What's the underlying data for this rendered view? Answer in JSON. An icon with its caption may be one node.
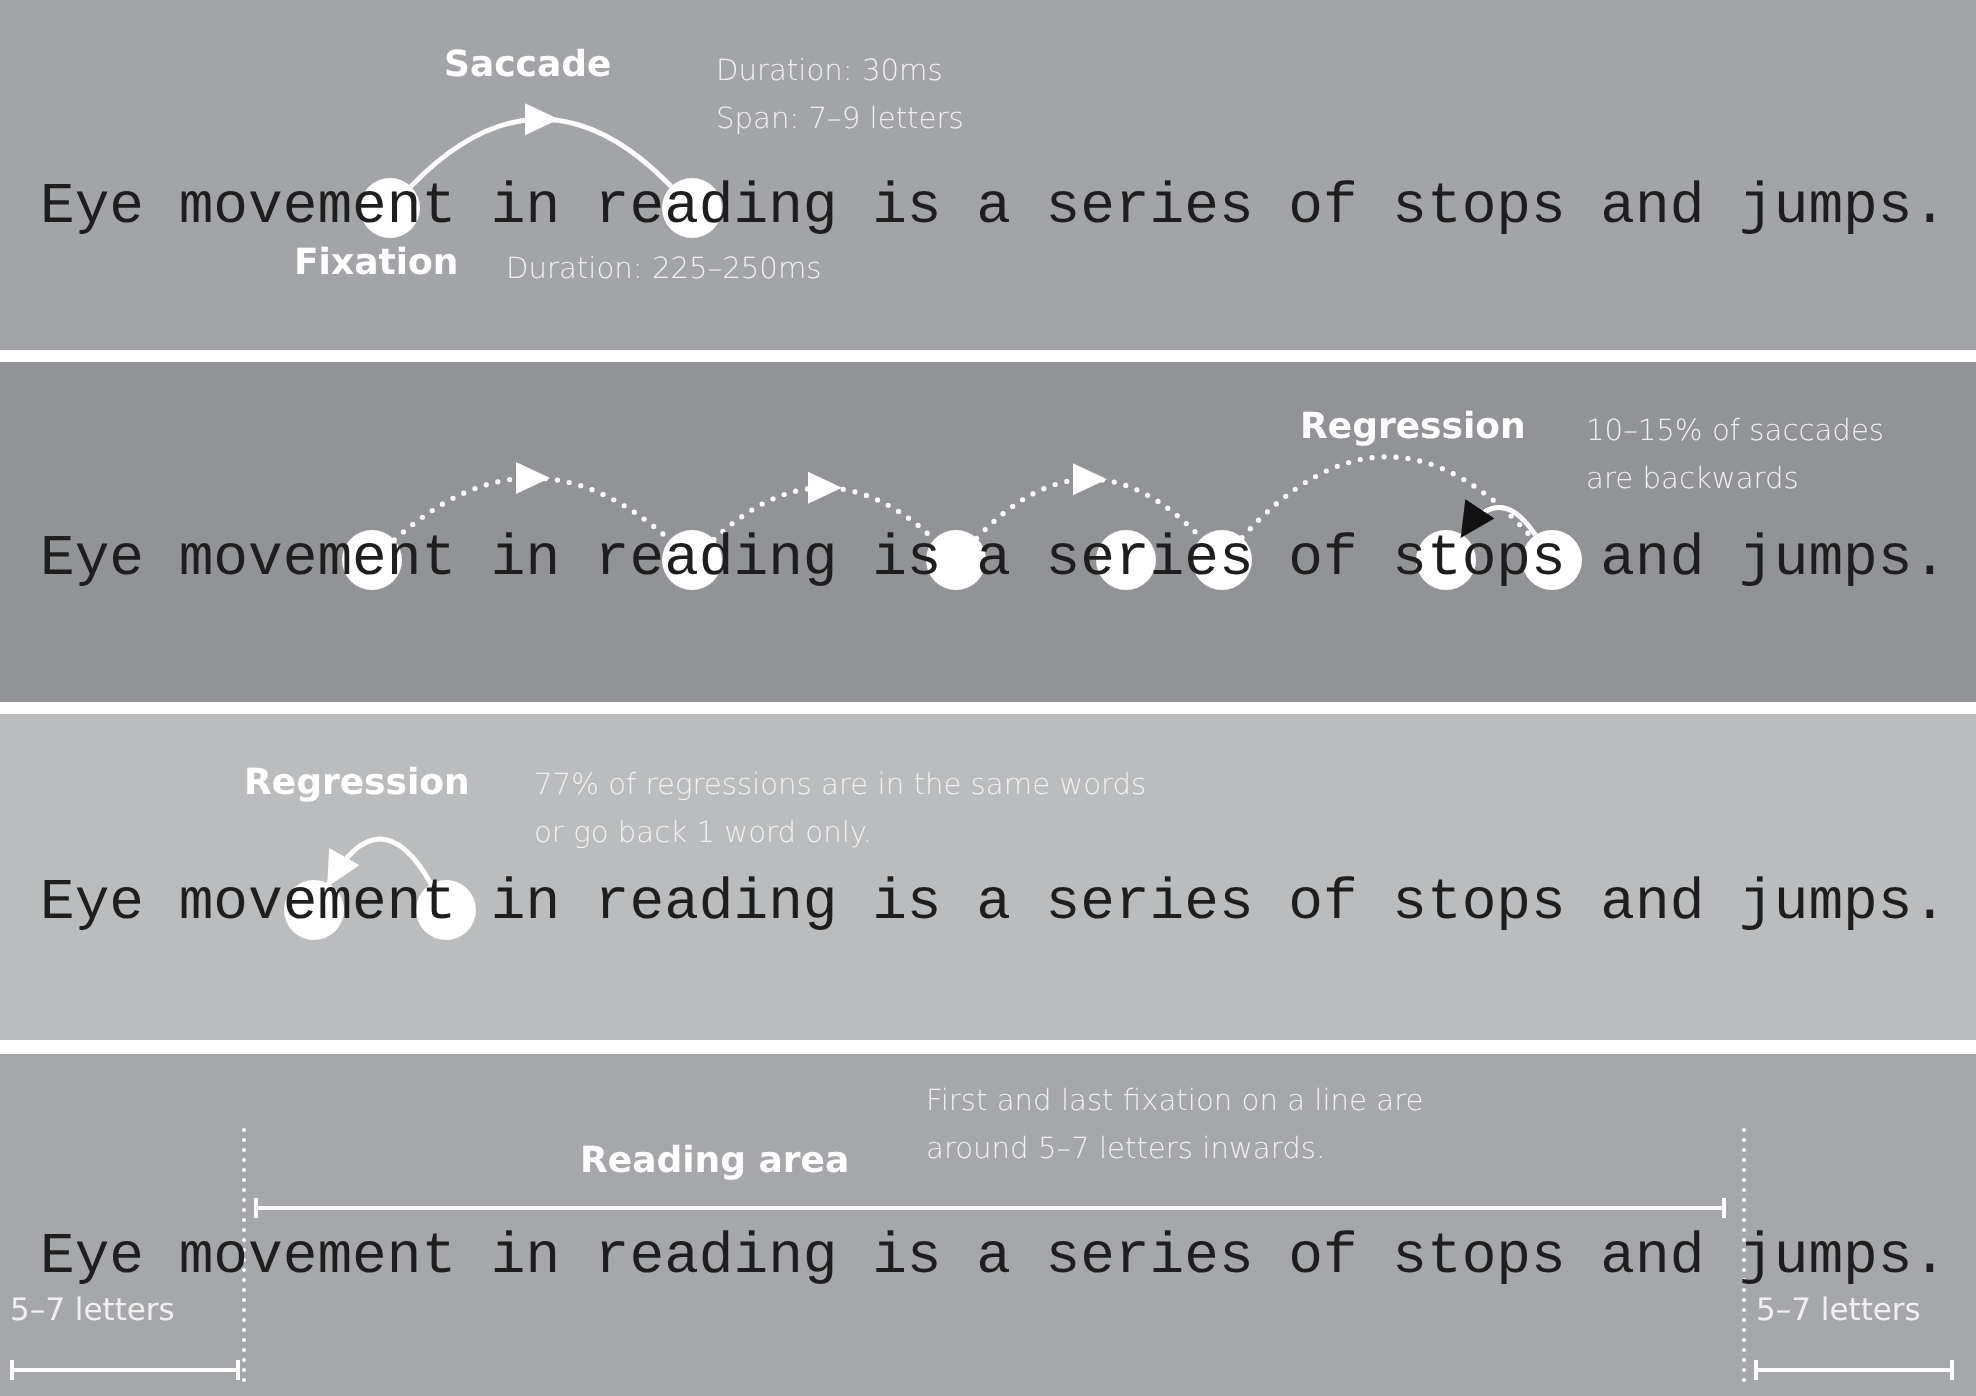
{
  "diagram": {
    "nodes": [
      {
        "text": [
          "Saccade",
          "Duration: 30ms Span: 7–9 letters",
          "Eye movement in reading is a series of stops and jumps.",
          "Fixation",
          "Duration: 225–250ms"
        ]
      },
      {
        "text": [],
        "shape": "circle",
        "in": 0
      },
      {
        "text": [],
        "shape": "circle",
        "in": 0
      },
      {
        "text": [
          "Regression",
          "10–15% of saccades are backwards",
          "Eye movement in reading is a series of stops and jumps."
        ]
      },
      {
        "text": [],
        "shape": "circle",
        "in": 3
      },
      {
        "text": [],
        "shape": "circle",
        "in": 3
      },
      {
        "text": [],
        "shape": "circle",
        "in": 3
      },
      {
        "text": [],
        "shape": "circle",
        "in": 3
      },
      {
        "text": [],
        "shape": "circle",
        "in": 3
      },
      {
        "text": [],
        "shape": "circle",
        "in": 3
      },
      {
        "text": [],
        "shape": "circle",
        "in": 3
      },
      {
        "text": [
          "Regression",
          "77% of regressions are in the same words or go back 1 word only.",
          "Eye movement in reading is a series of stops and jumps."
        ]
      },
      {
        "text": [],
        "shape": "circle",
        "in": 11
      },
      {
        "text": [],
        "shape": "circle",
        "in": 11
      },
      {
        "text": [
          "Reading area",
          "First and last fixation on a line are around 5–7 letters inwards.",
          "Eye movement in reading is a series of stops and jumps.",
          "5–7 letters",
          "5–7 letters"
        ]
      }
    ],
    "edges": [
      {
        "from": 1,
        "to": 2,
        "arrow": "to"
      },
      {
        "from": 4,
        "to": 5,
        "arrow": "to",
        "style": "dashed"
      },
      {
        "from": 5,
        "to": 6,
        "arrow": "to",
        "style": "dashed"
      },
      {
        "from": 6,
        "to": 8,
        "arrow": "to",
        "style": "dashed"
      },
      {
        "from": 8,
        "to": 10,
        "arrow": "none",
        "style": "dashed"
      },
      {
        "from": 10,
        "to": 9,
        "arrow": "to"
      },
      {
        "from": 13,
        "to": 12,
        "arrow": "to"
      }
    ]
  }
}
